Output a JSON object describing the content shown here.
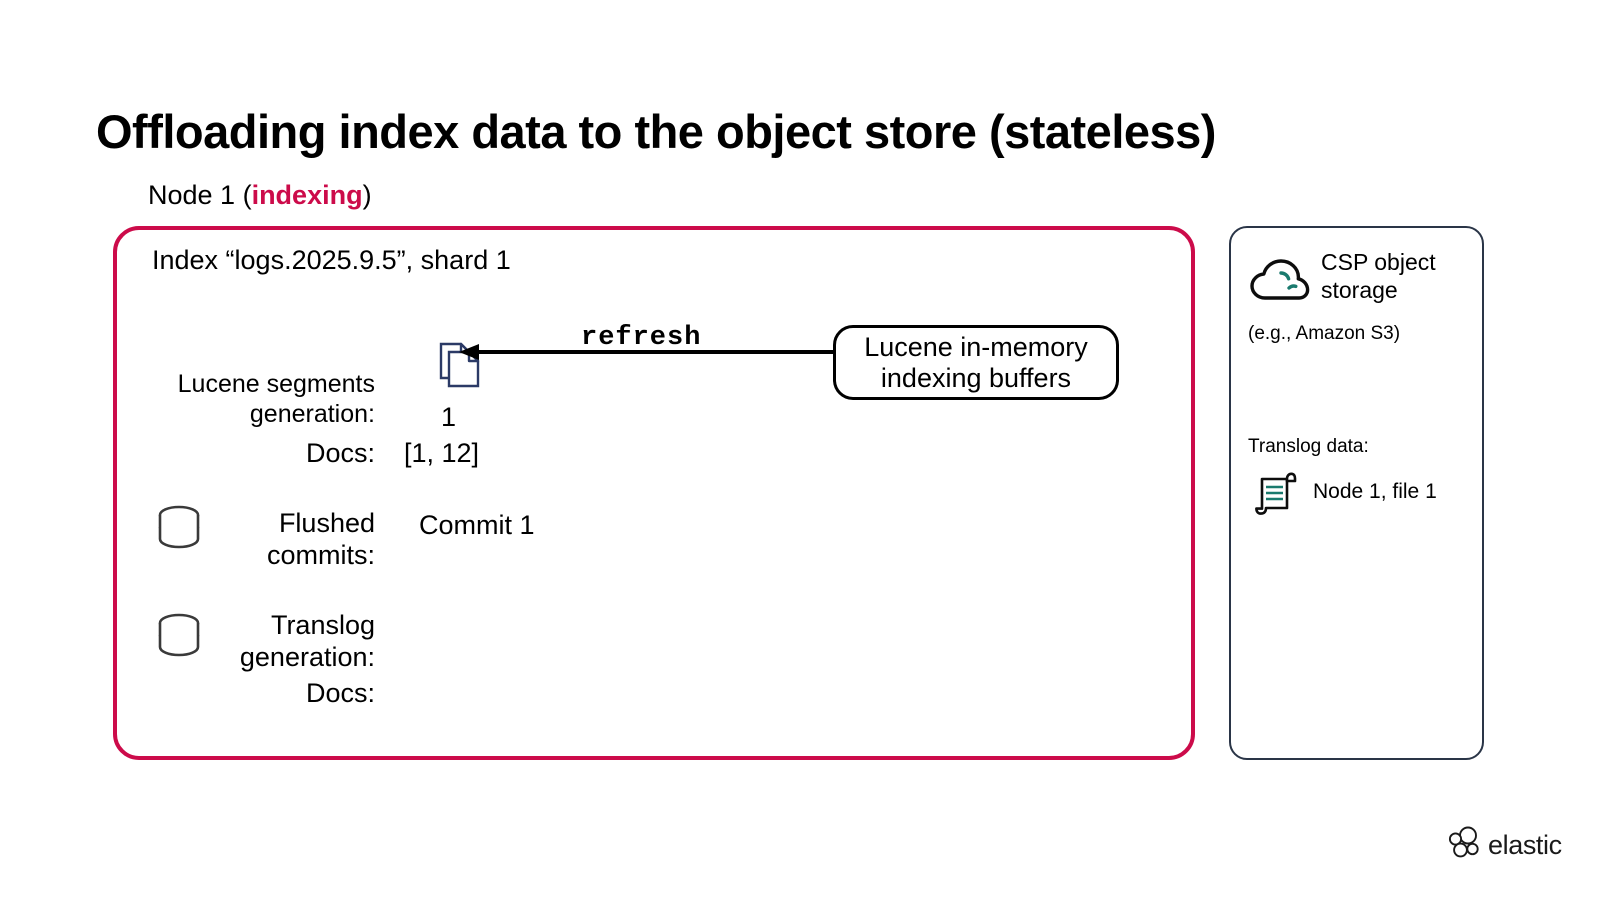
{
  "slide": {
    "title": "Offloading index data to the object store (stateless)",
    "node_label_prefix": "Node 1 (",
    "node_label_accent": "indexing",
    "node_label_suffix": ")"
  },
  "colors": {
    "accent_red": "#CC0B4A",
    "panel_border_navy": "#2a3547",
    "teal": "#1a7a6e",
    "doc_icon_navy": "#2b3a66"
  },
  "node_panel": {
    "index_title": "Index “logs.2025.9.5”, shard 1",
    "rows": [
      {
        "label": "Lucene segments\ngeneration:",
        "value": "1"
      },
      {
        "label": "Docs:",
        "value": "[1, 12]"
      },
      {
        "label": "Flushed\ncommits:",
        "value": "Commit 1"
      },
      {
        "label": "Translog\ngeneration:",
        "value": ""
      },
      {
        "label": "Docs:",
        "value": ""
      }
    ],
    "segments_label": "Lucene segments\ngeneration:",
    "docs_label_1": "Docs:",
    "flushed_label": "Flushed\ncommits:",
    "translog_label": "Translog\ngeneration:",
    "docs_label_2": "Docs:",
    "segments_generation": "1",
    "segments_docs": "[1, 12]",
    "flushed_commits": "Commit 1",
    "translog_generation": "",
    "translog_docs": "",
    "refresh_label": "refresh",
    "buffers_line1": "Lucene in-memory",
    "buffers_line2": "indexing buffers"
  },
  "csp_panel": {
    "title": "CSP object\nstorage",
    "subtitle": "(e.g., Amazon S3)",
    "translog_data_label": "Translog data:",
    "translog_file": "Node 1, file 1"
  },
  "branding": {
    "wordmark": "elastic"
  }
}
